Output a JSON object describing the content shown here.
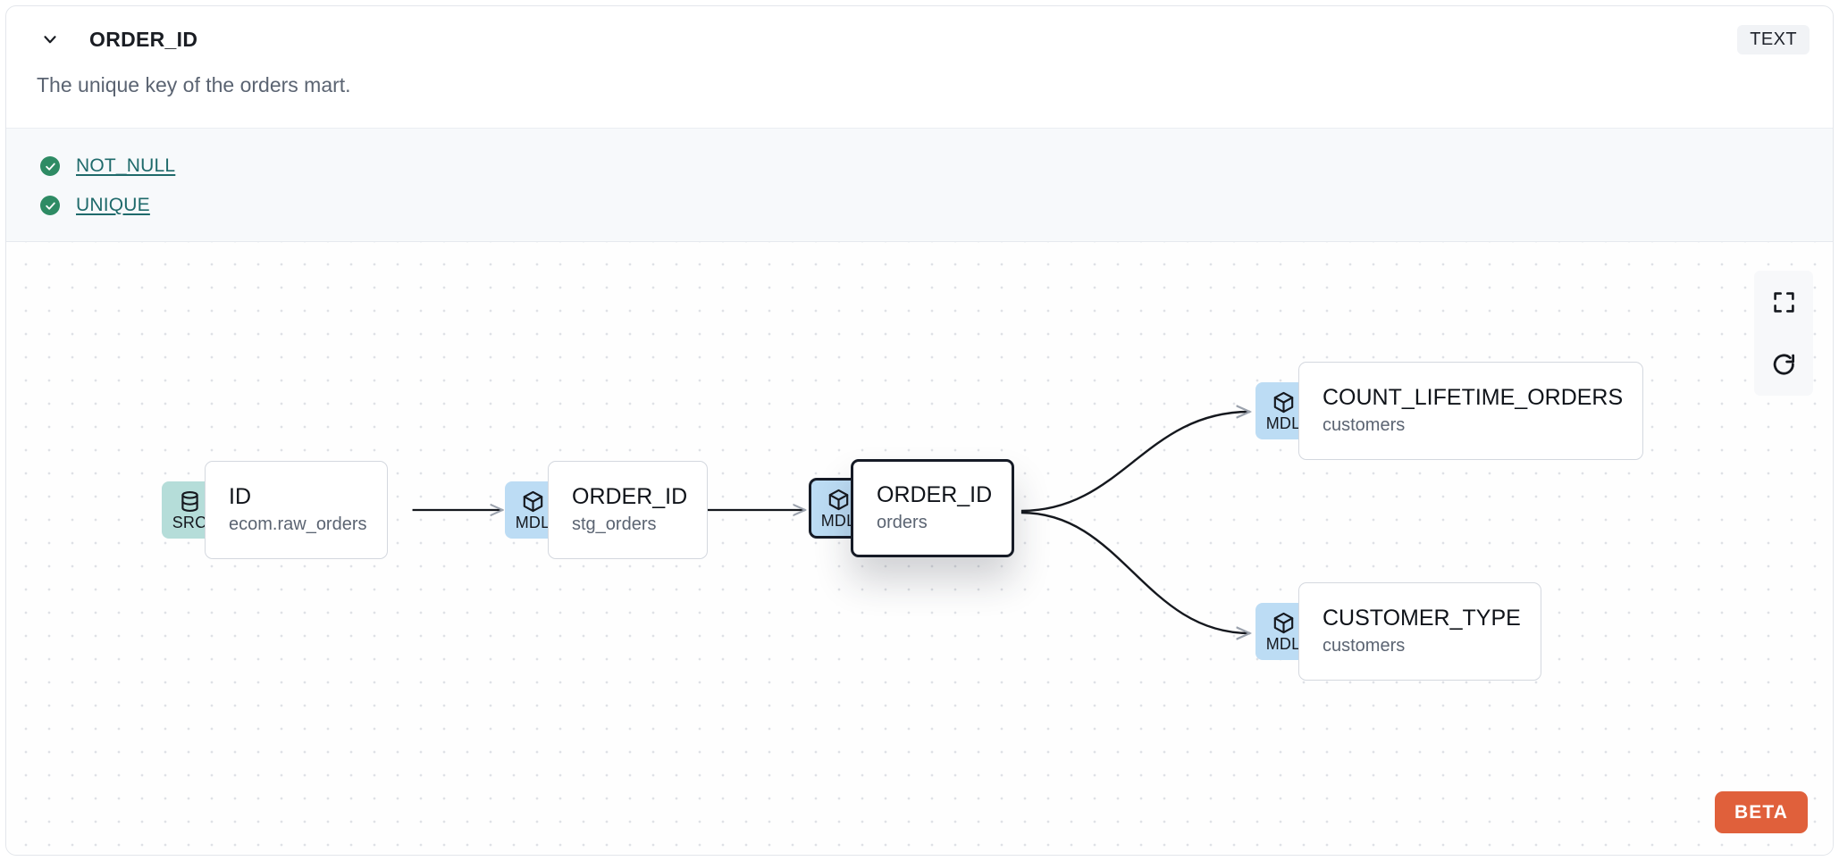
{
  "header": {
    "collapse_icon": "chevron-down-icon",
    "title": "ORDER_ID",
    "type_badge": "TEXT"
  },
  "description": "The unique key of the orders mart.",
  "tests": [
    {
      "icon": "check-circle-icon",
      "label": "NOT_NULL",
      "status": "passed"
    },
    {
      "icon": "check-circle-icon",
      "label": "UNIQUE",
      "status": "passed"
    }
  ],
  "lineage": {
    "nodes": [
      {
        "id": "src-id",
        "badge": "SRC",
        "badge_icon": "database-icon",
        "name": "ID",
        "sub": "ecom.raw_orders",
        "selected": false
      },
      {
        "id": "mdl-stg",
        "badge": "MDL",
        "badge_icon": "cube-icon",
        "name": "ORDER_ID",
        "sub": "stg_orders",
        "selected": false
      },
      {
        "id": "mdl-orders",
        "badge": "MDL",
        "badge_icon": "cube-icon",
        "name": "ORDER_ID",
        "sub": "orders",
        "selected": true
      },
      {
        "id": "mdl-count",
        "badge": "MDL",
        "badge_icon": "cube-icon",
        "name": "COUNT_LIFETIME_ORDERS",
        "sub": "customers",
        "selected": false
      },
      {
        "id": "mdl-custtype",
        "badge": "MDL",
        "badge_icon": "cube-icon",
        "name": "CUSTOMER_TYPE",
        "sub": "customers",
        "selected": false
      }
    ],
    "edges": [
      {
        "from": "src-id",
        "to": "mdl-stg"
      },
      {
        "from": "mdl-stg",
        "to": "mdl-orders"
      },
      {
        "from": "mdl-orders",
        "to": "mdl-count"
      },
      {
        "from": "mdl-orders",
        "to": "mdl-custtype"
      }
    ]
  },
  "toolbar": [
    {
      "icon": "fit-view-icon",
      "name": "fit-view-button"
    },
    {
      "icon": "refresh-icon",
      "name": "refresh-button"
    }
  ],
  "beta_badge": "BETA",
  "colors": {
    "src_badge": "#B5DDD9",
    "mdl_badge": "#BCDCF4",
    "test_pass": "#2E8B64",
    "test_link": "#1F6A6B",
    "beta": "#E0603B",
    "type_badge_bg": "#F1F3F6"
  }
}
